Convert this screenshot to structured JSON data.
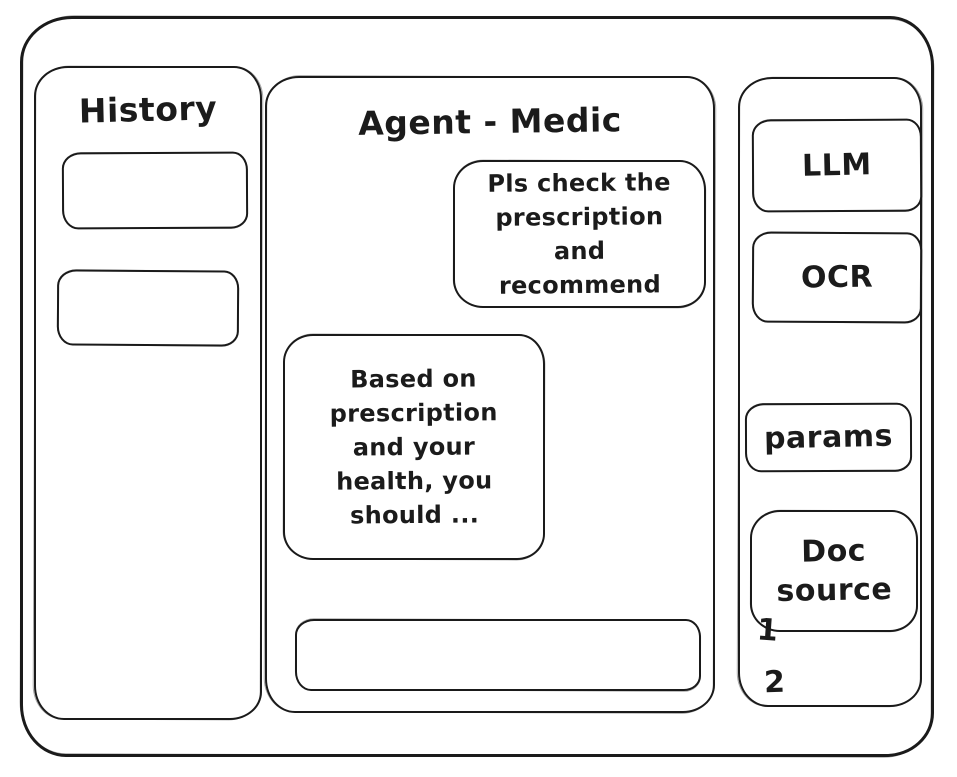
{
  "colors": {
    "stroke": "#1b1b1b",
    "background": "#ffffff"
  },
  "history_panel": {
    "title": "History",
    "items": [
      {
        "label": ""
      },
      {
        "label": ""
      }
    ]
  },
  "chat_panel": {
    "title": "Agent - Medic",
    "messages": [
      {
        "role": "user",
        "text": "Pls check the prescription and recommend"
      },
      {
        "role": "assistant",
        "text": "Based on prescription and your health, you should ..."
      }
    ],
    "input": {
      "value": "",
      "placeholder": ""
    }
  },
  "tools_panel": {
    "buttons": [
      {
        "id": "llm",
        "label": "LLM"
      },
      {
        "id": "ocr",
        "label": "OCR"
      },
      {
        "id": "params",
        "label": "params"
      },
      {
        "id": "doc_source",
        "label": "Doc source"
      }
    ],
    "doc_source_items": [
      "1",
      "2"
    ]
  }
}
